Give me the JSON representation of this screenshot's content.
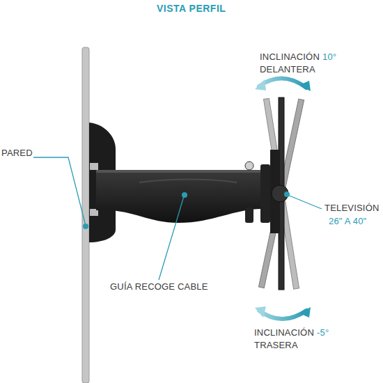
{
  "diagram": {
    "title": "VISTA PERFIL",
    "labels": [
      "INCLINACIÓN",
      "10°",
      "DELANTERA",
      "PARED",
      "GUÍA RECOGE CABLE",
      "TELEVISIÓN",
      "26\" A 40\"",
      "INCLINACIÓN",
      "-5°",
      "TRASERA"
    ]
  }
}
